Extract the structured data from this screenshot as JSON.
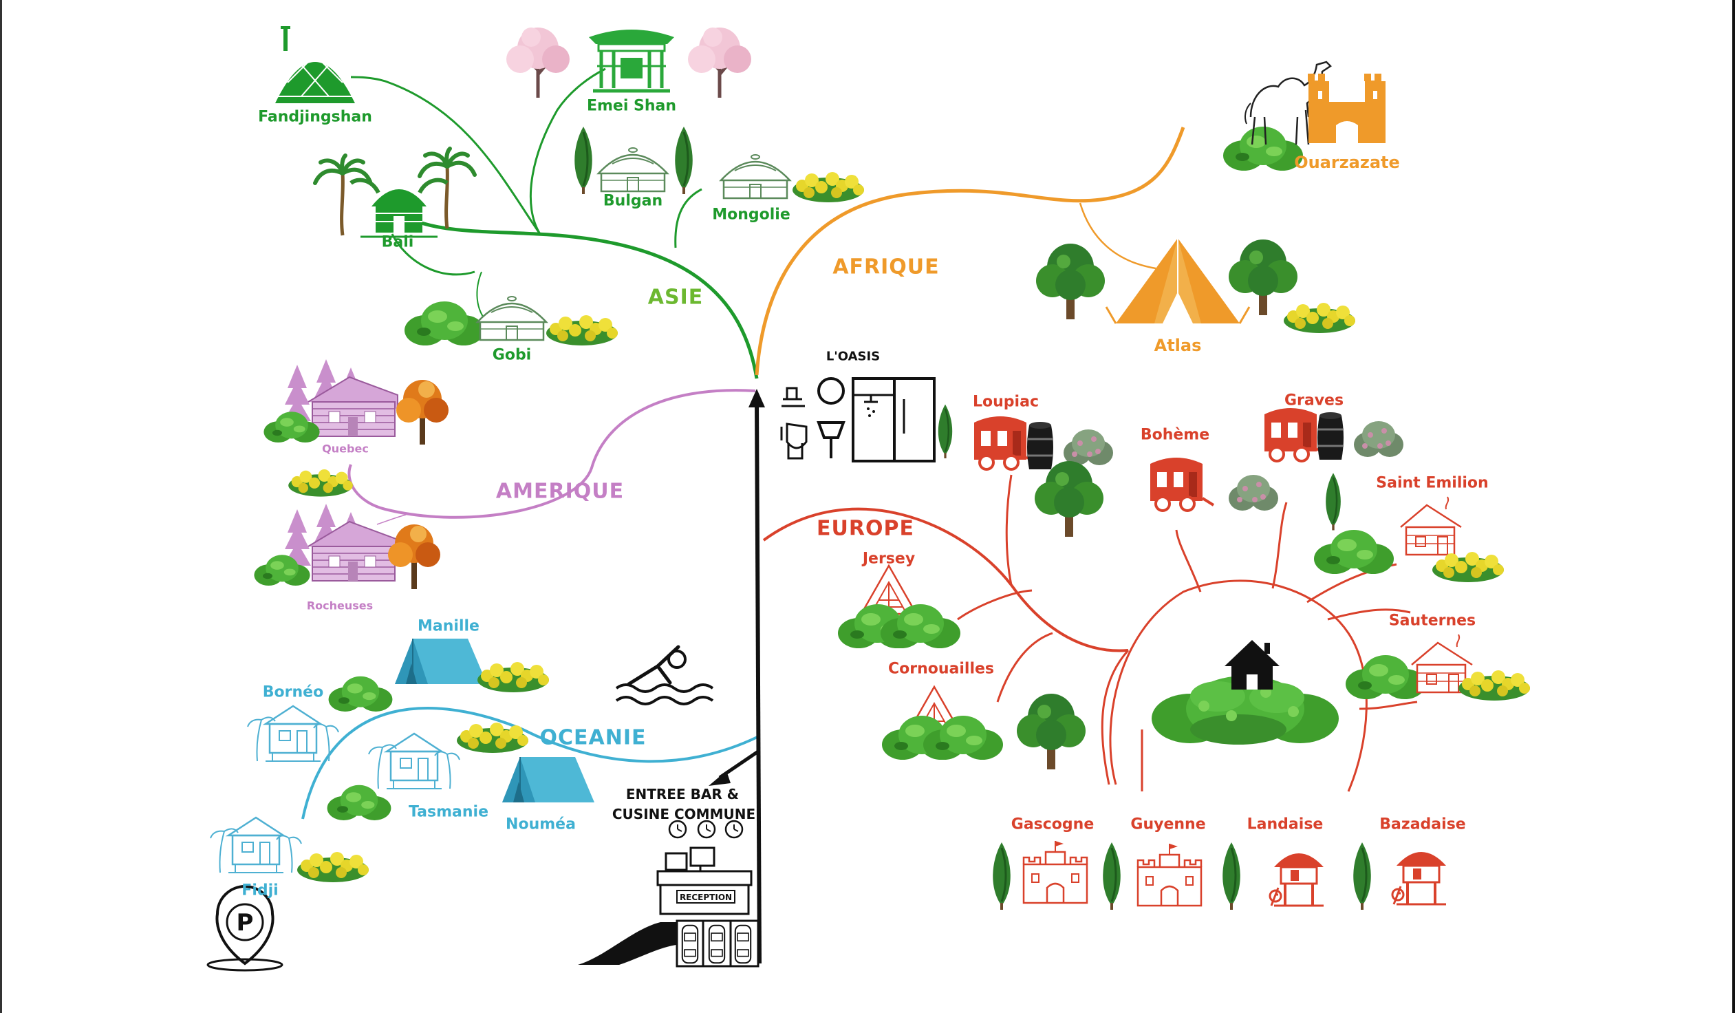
{
  "colors": {
    "asie": "#1e9a2c",
    "asie_label": "#6cb830",
    "afrique": "#ef9a2a",
    "amerique": "#c47fc5",
    "oceanie": "#3fb0d2",
    "europe": "#d9412b",
    "main_path": "#111111",
    "bush": "#3f9e2c",
    "tree": "#2f7d2c",
    "flowers": "#e6d62b"
  },
  "regions": {
    "asie": "ASIE",
    "afrique": "AFRIQUE",
    "amerique": "AMERIQUE",
    "oceanie": "OCEANIE",
    "europe": "EUROPE"
  },
  "sites": {
    "fandjingshan": "Fandjingshan",
    "emei_shan": "Emei Shan",
    "bali": "Bali",
    "bulgan": "Bulgan",
    "mongolie": "Mongolie",
    "gobi": "Gobi",
    "ouarzazate": "Ouarzazate",
    "atlas": "Atlas",
    "quebec": "Quebec",
    "rocheuses": "Rocheuses",
    "manille": "Manille",
    "borneo": "Bornéo",
    "tasmanie": "Tasmanie",
    "noumea": "Nouméa",
    "fidji": "Fidji",
    "loupiac": "Loupiac",
    "boheme": "Bohème",
    "graves": "Graves",
    "saint_emilion": "Saint Emilion",
    "sauternes": "Sauternes",
    "jersey": "Jersey",
    "cornouailles": "Cornouailles",
    "gascogne": "Gascogne",
    "guyenne": "Guyenne",
    "landaise": "Landaise",
    "bazadaise": "Bazadaise"
  },
  "facilities": {
    "oasis": "L'OASIS",
    "entree_line1": "ENTREE BAR &",
    "entree_line2": "CUSINE COMMUNE",
    "reception": "RECEPTION",
    "parking": "P"
  },
  "icons": [
    "dome-icon",
    "pagoda-icon",
    "cherry-tree-icon",
    "palm-tree-icon",
    "hut-icon",
    "yurt-icon",
    "cypress-icon",
    "bush-icon",
    "flowers-icon",
    "camel-icon",
    "castle-icon",
    "glamping-tent-icon",
    "tree-icon",
    "log-cabin-icon",
    "autumn-tree-icon",
    "pine-icon",
    "tent-icon",
    "beach-hut-icon",
    "swimmer-icon",
    "parking-icon",
    "sanitary-block-icon",
    "caravan-icon",
    "barrel-icon",
    "a-frame-cabin-icon",
    "chalet-icon",
    "small-castle-icon",
    "treehouse-icon",
    "house-icon",
    "clock-icon",
    "reception-desk-icon",
    "car-icon",
    "arrow-icon"
  ]
}
